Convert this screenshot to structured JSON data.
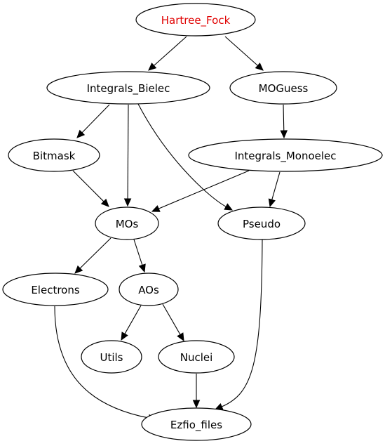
{
  "colors": {
    "root_label": "#e00000",
    "default_label": "#000000",
    "stroke": "#000000",
    "fill": "#ffffff"
  },
  "nodes": [
    {
      "id": "hartree_fock",
      "label": "Hartree_Fock",
      "root": true
    },
    {
      "id": "integrals_bielec",
      "label": "Integrals_Bielec"
    },
    {
      "id": "moguess",
      "label": "MOGuess"
    },
    {
      "id": "bitmask",
      "label": "Bitmask"
    },
    {
      "id": "integrals_monoelec",
      "label": "Integrals_Monoelec"
    },
    {
      "id": "mos",
      "label": "MOs"
    },
    {
      "id": "pseudo",
      "label": "Pseudo"
    },
    {
      "id": "electrons",
      "label": "Electrons"
    },
    {
      "id": "aos",
      "label": "AOs"
    },
    {
      "id": "utils",
      "label": "Utils"
    },
    {
      "id": "nuclei",
      "label": "Nuclei"
    },
    {
      "id": "ezfio_files",
      "label": "Ezfio_files"
    }
  ],
  "edges": [
    {
      "from": "hartree_fock",
      "to": "integrals_bielec"
    },
    {
      "from": "hartree_fock",
      "to": "moguess"
    },
    {
      "from": "integrals_bielec",
      "to": "bitmask"
    },
    {
      "from": "integrals_bielec",
      "to": "mos"
    },
    {
      "from": "integrals_bielec",
      "to": "pseudo"
    },
    {
      "from": "moguess",
      "to": "integrals_monoelec"
    },
    {
      "from": "bitmask",
      "to": "mos"
    },
    {
      "from": "integrals_monoelec",
      "to": "mos"
    },
    {
      "from": "integrals_monoelec",
      "to": "pseudo"
    },
    {
      "from": "mos",
      "to": "electrons"
    },
    {
      "from": "mos",
      "to": "aos"
    },
    {
      "from": "aos",
      "to": "utils"
    },
    {
      "from": "aos",
      "to": "nuclei"
    },
    {
      "from": "electrons",
      "to": "ezfio_files"
    },
    {
      "from": "nuclei",
      "to": "ezfio_files"
    },
    {
      "from": "pseudo",
      "to": "ezfio_files"
    }
  ]
}
